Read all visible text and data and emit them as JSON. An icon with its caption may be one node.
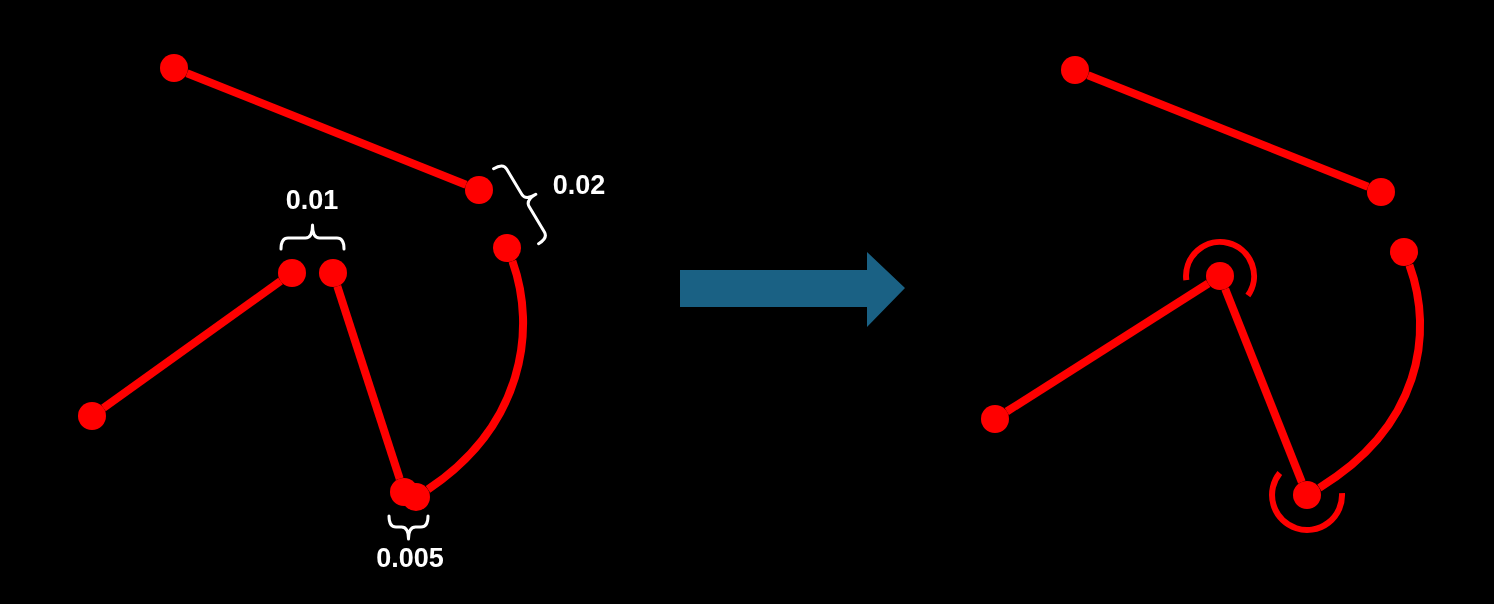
{
  "diagram": {
    "nodes": [
      {
        "text": [],
        "shape": "circle"
      },
      {
        "text": [],
        "shape": "circle"
      },
      {
        "text": [],
        "shape": "circle"
      },
      {
        "text": [],
        "shape": "circle"
      },
      {
        "text": [],
        "shape": "circle"
      },
      {
        "text": [],
        "shape": "circle"
      },
      {
        "text": [],
        "shape": "circle"
      },
      {
        "text": [],
        "shape": "circle"
      },
      {
        "text": [],
        "shape": "circle"
      },
      {
        "text": [],
        "shape": "circle"
      },
      {
        "text": [],
        "shape": "circle"
      },
      {
        "text": [],
        "shape": "circle"
      },
      {
        "text": [],
        "shape": "circle"
      },
      {
        "text": [],
        "shape": "circle"
      }
    ],
    "edges": [
      {
        "from": 0,
        "to": 1,
        "arrow": "none"
      },
      {
        "from": 3,
        "to": 5,
        "arrow": "none"
      },
      {
        "from": 4,
        "to": 6,
        "arrow": "none"
      },
      {
        "from": 2,
        "to": 7,
        "arrow": "none"
      },
      {
        "from": 8,
        "to": 9,
        "arrow": "none"
      },
      {
        "from": 11,
        "to": 12,
        "arrow": "none"
      },
      {
        "from": 11,
        "to": 13,
        "arrow": "none"
      },
      {
        "from": 10,
        "to": 13,
        "arrow": "none"
      }
    ],
    "labels": [
      "0.02",
      "0.01",
      "0.005"
    ]
  }
}
